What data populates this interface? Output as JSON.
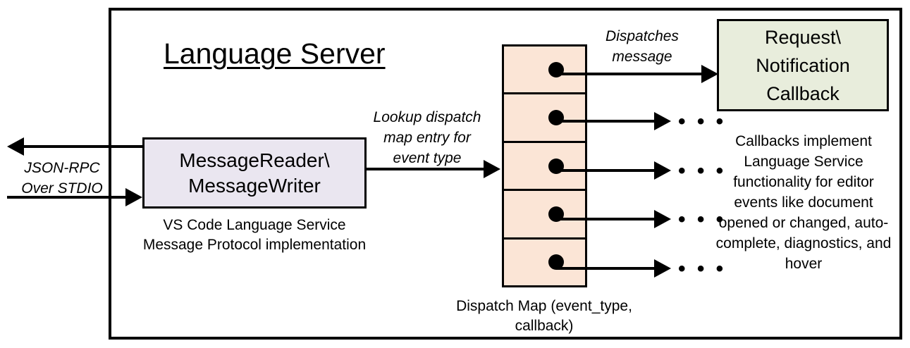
{
  "diagram": {
    "title": "Language Server",
    "nodes": {
      "message_rw": {
        "line1": "MessageReader\\",
        "line2": "MessageWriter",
        "caption_line1": "VS Code Language Service",
        "caption_line2": "Message Protocol implementation",
        "fill": "#EAE6F0"
      },
      "dispatch_map": {
        "caption_line1": "Dispatch Map",
        "caption_line2": "(event_type, callback)",
        "fill": "#FBE5D6",
        "rows": 5,
        "cells": [
          {
            "dot": "dispatch-map-dot"
          },
          {
            "dot": "dispatch-map-dot"
          },
          {
            "dot": "dispatch-map-dot"
          },
          {
            "dot": "dispatch-map-dot"
          },
          {
            "dot": "dispatch-map-dot"
          }
        ]
      },
      "callback": {
        "line1": "Request\\",
        "line2": "Notification",
        "line3": "Callback",
        "fill": "#E8EDDC",
        "description": "Callbacks implement Language Service functionality for editor events like document opened or changed, auto-complete, diagnostics, and hover"
      }
    },
    "edge_labels": {
      "io_line1": "JSON-RPC",
      "io_line2": "Over STDIO",
      "lookup_line1": "Lookup dispatch",
      "lookup_line2": "map entry for",
      "lookup_line3": "event type",
      "dispatch_line1": "Dispatches",
      "dispatch_line2": "message"
    },
    "ellipsis": "• • •",
    "colors": {
      "stroke": "#000000",
      "background": "#FFFFFF"
    }
  }
}
